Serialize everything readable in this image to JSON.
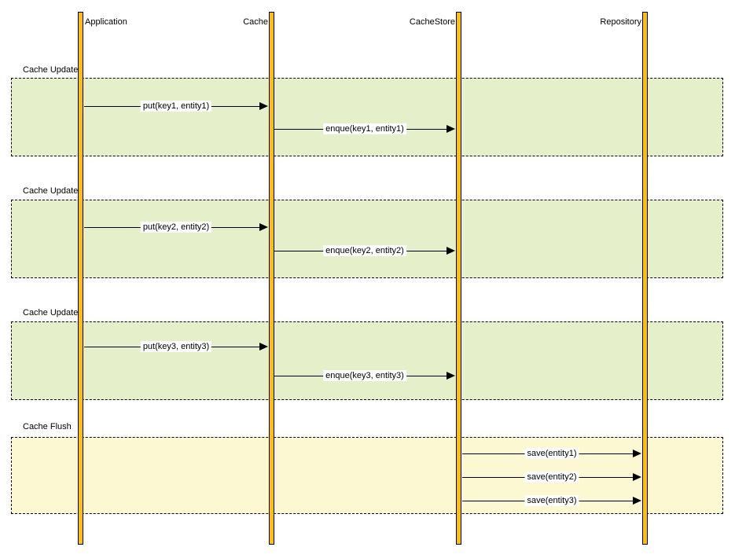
{
  "diagram": {
    "actors": [
      {
        "label": "Application"
      },
      {
        "label": "Cache"
      },
      {
        "label": "CacheStore"
      },
      {
        "label": "Repository"
      }
    ],
    "fragments": [
      {
        "label": "Cache Update",
        "messages": [
          {
            "label": "put(key1, entity1)",
            "from": "Application",
            "to": "Cache"
          },
          {
            "label": "enque(key1, entity1)",
            "from": "Cache",
            "to": "CacheStore"
          }
        ]
      },
      {
        "label": "Cache Update",
        "messages": [
          {
            "label": "put(key2, entity2)",
            "from": "Application",
            "to": "Cache"
          },
          {
            "label": "enque(key2, entity2)",
            "from": "Cache",
            "to": "CacheStore"
          }
        ]
      },
      {
        "label": "Cache Update",
        "messages": [
          {
            "label": "put(key3, entity3)",
            "from": "Application",
            "to": "Cache"
          },
          {
            "label": "enque(key3, entity3)",
            "from": "Cache",
            "to": "CacheStore"
          }
        ]
      },
      {
        "label": "Cache Flush",
        "messages": [
          {
            "label": "save(entity1)",
            "from": "CacheStore",
            "to": "Repository"
          },
          {
            "label": "save(entity2)",
            "from": "CacheStore",
            "to": "Repository"
          },
          {
            "label": "save(entity3)",
            "from": "CacheStore",
            "to": "Repository"
          }
        ]
      }
    ],
    "colors": {
      "activation_bar": "#fdbf0a",
      "update_fragment_fill": "#e5efca",
      "flush_fragment_fill": "#fcf8d2",
      "border": "#000000",
      "background": "#ffffff",
      "message_label_background": "#ffffff"
    }
  }
}
